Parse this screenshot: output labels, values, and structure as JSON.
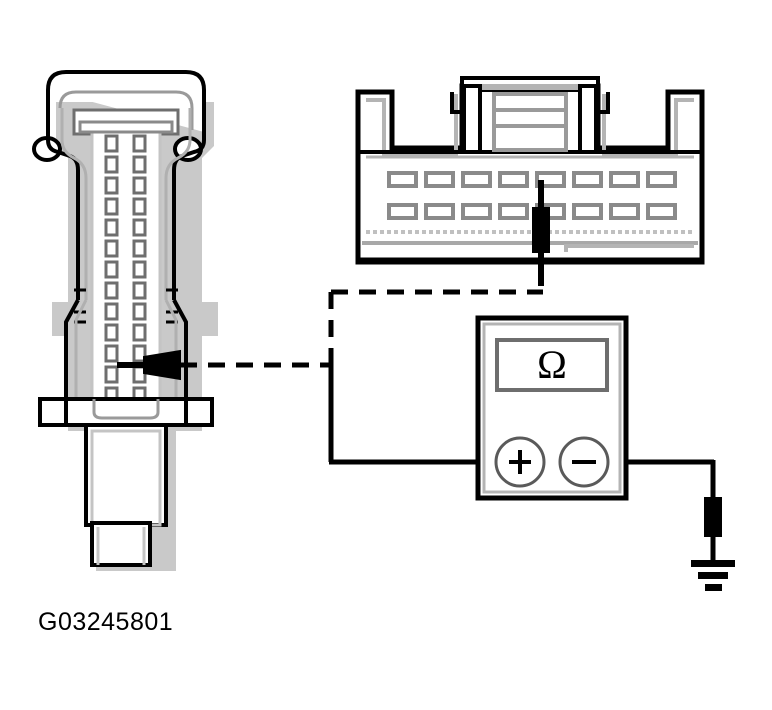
{
  "figure": {
    "caption": "G03245801",
    "title": "Connector resistance continuity test",
    "background_color": "#ffffff",
    "line_color": "#000000",
    "shade_color": "#b4b4b4",
    "fill_color": "#ffffff"
  },
  "meter": {
    "display_value": "Ω",
    "display_label": "Ohms",
    "positive_terminal_label": "+",
    "negative_terminal_label": "−",
    "body_label": "multimeter"
  },
  "left_connector": {
    "label": "harness connector front view",
    "pin_columns": 2,
    "pin_rows": 14,
    "probe_label": "test probe horizontal",
    "probe_orientation": "horizontal"
  },
  "right_connector": {
    "label": "module connector face view",
    "pin_columns": 8,
    "pin_rows": 2,
    "probe_slot_index": 5,
    "probe_label": "test probe vertical",
    "probe_orientation": "vertical",
    "latch_label": "locking tab"
  },
  "wiring": {
    "dashed_lead_label": "test lead dashed",
    "solid_lead_label": "test lead solid",
    "ground_label": "chassis ground",
    "ground_bars": 3
  }
}
